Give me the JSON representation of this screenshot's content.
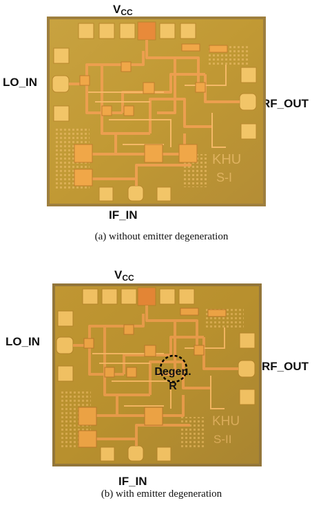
{
  "figures": {
    "a": {
      "vcc_main": "V",
      "vcc_sub": "CC",
      "lo_in": "LO_IN",
      "rf_out": "RF_OUT",
      "if_in": "IF_IN",
      "chip_mark_1": "KHU",
      "chip_mark_2": "S-I",
      "caption": "(a) without emitter degeneration"
    },
    "b": {
      "vcc_main": "V",
      "vcc_sub": "CC",
      "lo_in": "LO_IN",
      "rf_out": "RF_OUT",
      "if_in": "IF_IN",
      "degen_line1": "Degen.",
      "degen_line2": "R",
      "chip_mark_1": "KHU",
      "chip_mark_2": "S-II",
      "caption": "(b) with emitter degeneration"
    }
  },
  "colors": {
    "die_body": "#c9a23d",
    "die_edge": "#8f7232",
    "pad": "#f2c568",
    "metal": "#e9a652",
    "background": "#ffffff"
  }
}
